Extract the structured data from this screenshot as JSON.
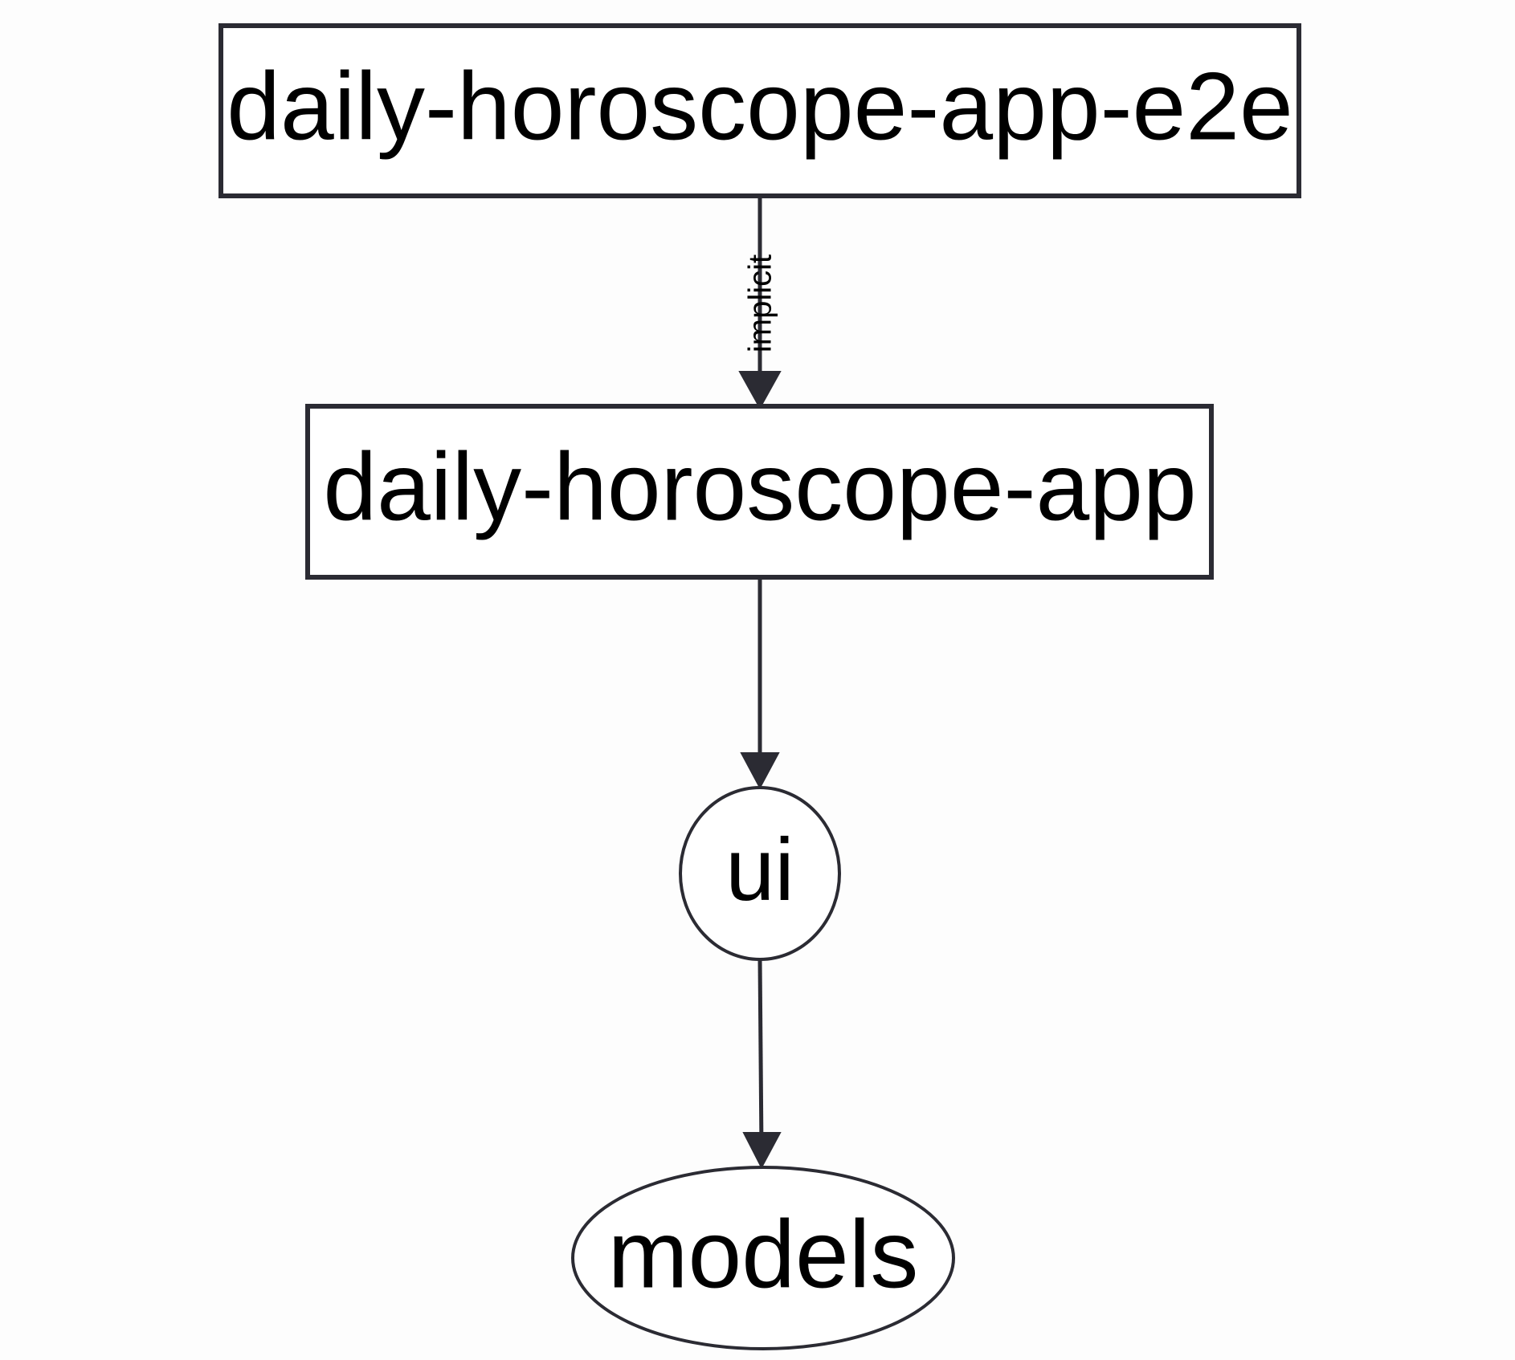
{
  "diagram": {
    "type": "dependency-graph",
    "orientation": "top-to-bottom",
    "background_color": "#fdfdfd",
    "stroke_color": "#2b2b33",
    "text_color": "#000000",
    "nodes": [
      {
        "id": "daily-horoscope-app-e2e",
        "label": "daily-horoscope-app-e2e",
        "shape": "rectangle"
      },
      {
        "id": "daily-horoscope-app",
        "label": "daily-horoscope-app",
        "shape": "rectangle"
      },
      {
        "id": "ui",
        "label": "ui",
        "shape": "ellipse"
      },
      {
        "id": "models",
        "label": "models",
        "shape": "ellipse"
      }
    ],
    "edges": [
      {
        "from": "daily-horoscope-app-e2e",
        "to": "daily-horoscope-app",
        "label": "implicit",
        "label_rotation": "vertical"
      },
      {
        "from": "daily-horoscope-app",
        "to": "ui",
        "label": ""
      },
      {
        "from": "ui",
        "to": "models",
        "label": ""
      }
    ]
  }
}
